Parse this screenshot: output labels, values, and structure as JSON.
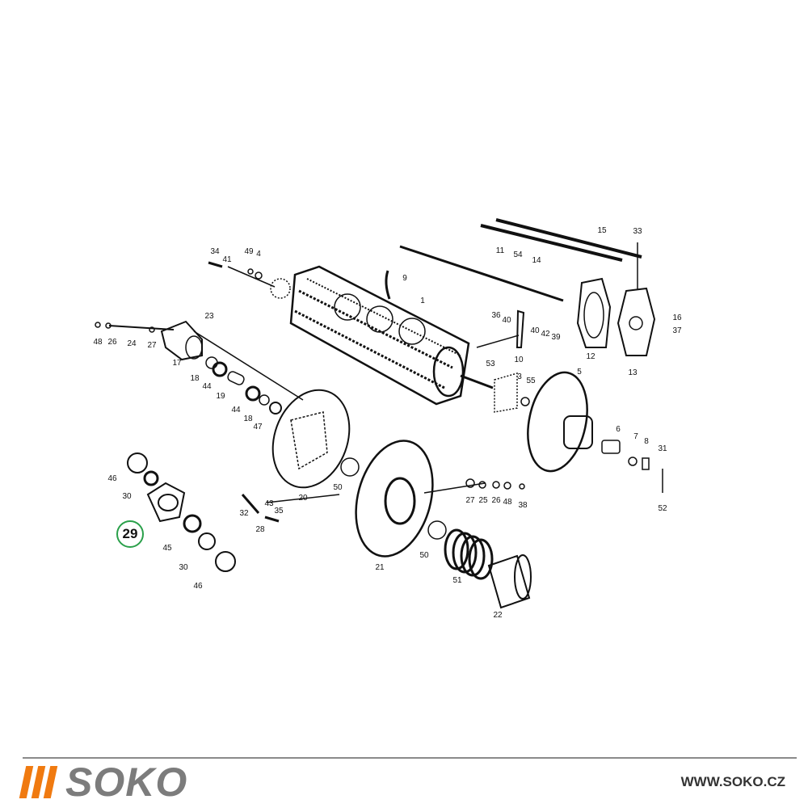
{
  "diagram": {
    "labels": [
      "34",
      "41",
      "49",
      "4",
      "9",
      "1",
      "11",
      "54",
      "15",
      "14",
      "33",
      "23",
      "48",
      "26",
      "24",
      "27",
      "17",
      "18",
      "44",
      "19",
      "44",
      "18",
      "47",
      "36",
      "40",
      "40",
      "42",
      "39",
      "16",
      "37",
      "10",
      "12",
      "13",
      "53",
      "3",
      "55",
      "5",
      "6",
      "7",
      "8",
      "31",
      "52",
      "46",
      "30",
      "45",
      "30",
      "46",
      "20",
      "50",
      "32",
      "43",
      "35",
      "28",
      "27",
      "25",
      "26",
      "48",
      "38",
      "50",
      "21",
      "51",
      "22"
    ],
    "highlighted_part": "29",
    "highlight_color": "#2aa04a"
  },
  "footer": {
    "logo_text": "SOKO",
    "url": "WWW.SOKO.CZ",
    "brand_orange": "#f07a10",
    "brand_gray": "#7c7c7c"
  }
}
